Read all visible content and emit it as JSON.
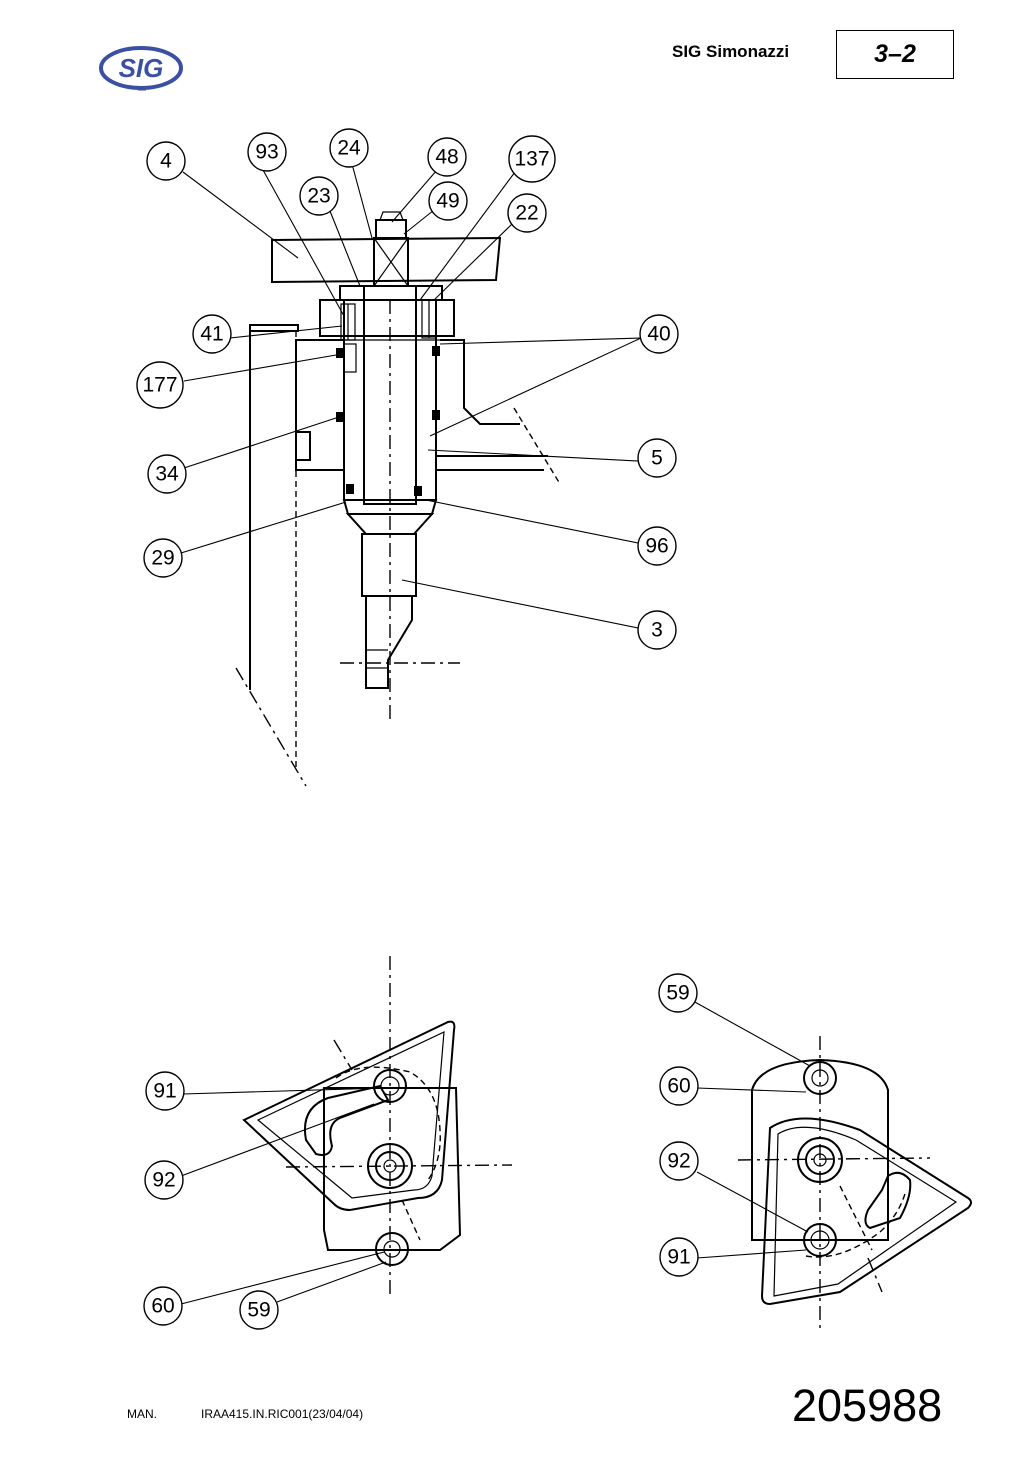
{
  "header": {
    "logo_text": "SIG",
    "company": "SIG Simonazzi",
    "page_number": "3–2"
  },
  "callouts": {
    "c4": "4",
    "c93": "93",
    "c24": "24",
    "c48": "48",
    "c137": "137",
    "c23": "23",
    "c49": "49",
    "c22": "22",
    "c41": "41",
    "c40": "40",
    "c177": "177",
    "c34": "34",
    "c5": "5",
    "c29": "29",
    "c96": "96",
    "c3": "3",
    "bl91": "91",
    "bl92": "92",
    "bl60": "60",
    "bl59": "59",
    "br59": "59",
    "br60": "60",
    "br92": "92",
    "br91": "91"
  },
  "footer": {
    "man_label": "MAN.",
    "reference": "IRAA415.IN.RIC001(23/04/04)",
    "doc_number": "205988"
  }
}
